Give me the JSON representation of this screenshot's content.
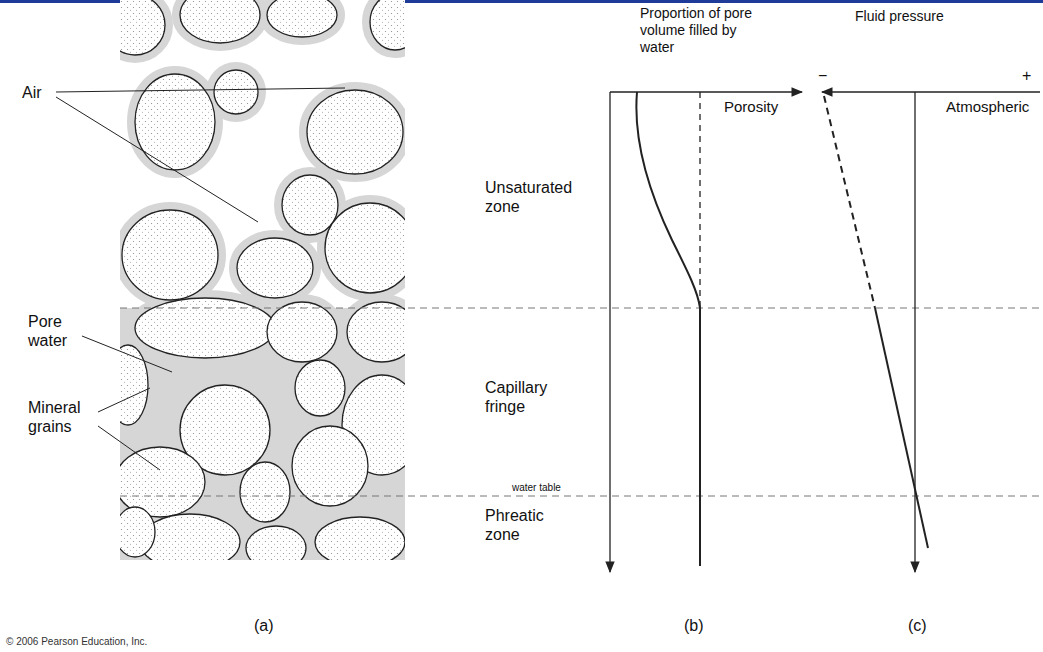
{
  "diagram": {
    "labels": [
      "Air",
      "Proportion of pore volume filled by water",
      "Fluid pressure",
      "−",
      "+",
      "Porosity",
      "Atmospheric",
      "Unsaturated zone",
      "Pore water",
      "Capillary fringe",
      "Mineral grains",
      "water table",
      "Phreatic zone",
      "(a)",
      "(b)",
      "(c)",
      "© 2006 Pearson Education, Inc."
    ]
  }
}
